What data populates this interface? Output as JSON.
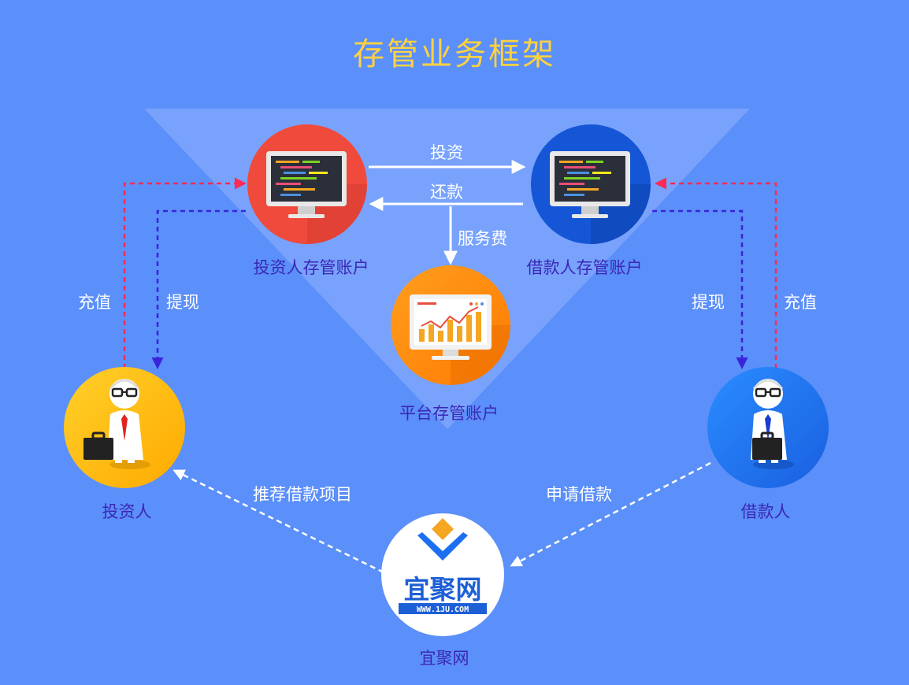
{
  "title": "存管业务框架",
  "nodes": {
    "investor_account": "投资人存管账户",
    "borrower_account": "借款人存管账户",
    "platform_account": "平台存管账户",
    "investor": "投资人",
    "borrower": "借款人",
    "platform": "宜聚网"
  },
  "flows": {
    "invest": "投资",
    "repay": "还款",
    "service_fee": "服务费",
    "investor_deposit": "充值",
    "investor_withdraw": "提现",
    "borrower_withdraw": "提现",
    "borrower_deposit": "充值",
    "recommend": "推荐借款项目",
    "apply_loan": "申请借款"
  },
  "logo": {
    "text": "宜聚网",
    "url": "WWW.1JU.COM"
  },
  "colors": {
    "background": "#5b8ff9",
    "title": "#ffd23f",
    "deposit_arrow": "#ff2a55",
    "withdraw_arrow": "#3a24d9",
    "investor_account_circle": "#ef4a3c",
    "borrower_account_circle": "#1556d6",
    "platform_account_circle": "#ff8c0f",
    "investor_circle": "#ffc21a",
    "borrower_circle": "#1e7bf5"
  }
}
